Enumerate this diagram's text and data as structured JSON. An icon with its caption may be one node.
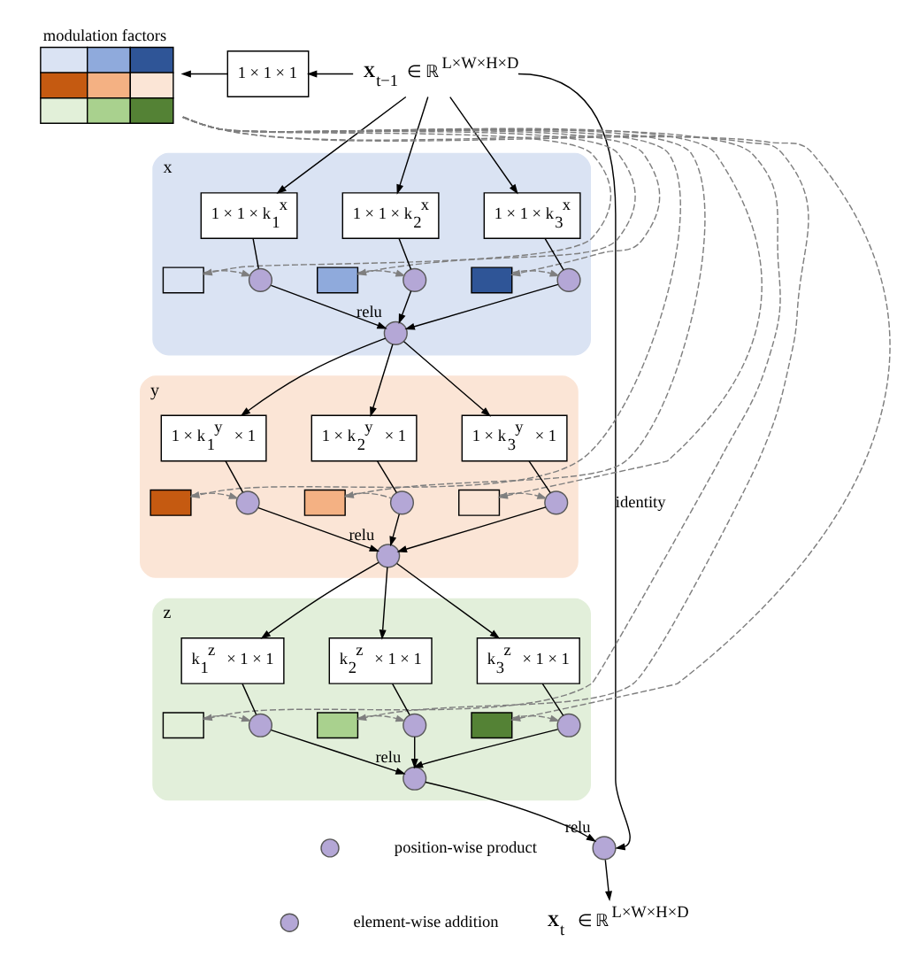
{
  "diagram": {
    "nodes": [
      {
        "text": [
          "**X**$_{t−1}$ ∈ ℝ$^{L×W×H×D}$"
        ]
      },
      {
        "text": [
          "modulation factors"
        ]
      },
      {
        "text": [
          "1 × 1 × 1"
        ]
      },
      {
        "text": [
          "x"
        ]
      },
      {
        "text": [
          "1 × 1 × k$_{1}$$^{x}$"
        ],
        "in": 3
      },
      {
        "text": [
          "1 × 1 × k$_{2}$$^{x}$"
        ],
        "in": 3
      },
      {
        "text": [
          "1 × 1 × k$_{3}$$^{x}$"
        ],
        "in": 3
      },
      {
        "text": [],
        "shape": "box",
        "in": 3
      },
      {
        "text": [],
        "shape": "box",
        "in": 3
      },
      {
        "text": [],
        "shape": "box",
        "in": 3
      },
      {
        "text": [],
        "shape": "circle",
        "in": 3
      },
      {
        "text": [],
        "shape": "circle",
        "in": 3
      },
      {
        "text": [],
        "shape": "circle",
        "in": 3
      },
      {
        "text": [],
        "shape": "circle",
        "in": 3,
        "beside": [
          "relu"
        ]
      },
      {
        "text": [
          "y"
        ]
      },
      {
        "text": [
          "1 × k$_{1}$$^{y}$ × 1"
        ],
        "in": 14
      },
      {
        "text": [
          "1 × k$_{2}$$^{y}$ × 1"
        ],
        "in": 14
      },
      {
        "text": [
          "1 × k$_{3}$$^{y}$ × 1"
        ],
        "in": 14
      },
      {
        "text": [],
        "shape": "box",
        "in": 14
      },
      {
        "text": [],
        "shape": "box",
        "in": 14
      },
      {
        "text": [],
        "shape": "box",
        "in": 14
      },
      {
        "text": [],
        "shape": "circle",
        "in": 14
      },
      {
        "text": [],
        "shape": "circle",
        "in": 14
      },
      {
        "text": [],
        "shape": "circle",
        "in": 14
      },
      {
        "text": [],
        "shape": "circle",
        "in": 14,
        "beside": [
          "relu"
        ]
      },
      {
        "text": [
          "z"
        ]
      },
      {
        "text": [
          "k$_{1}$$^{z}$ × 1 × 1"
        ],
        "in": 25
      },
      {
        "text": [
          "k$_{2}$$^{z}$ × 1 × 1"
        ],
        "in": 25
      },
      {
        "text": [
          "k$_{3}$$^{z}$ × 1 × 1"
        ],
        "in": 25
      },
      {
        "text": [],
        "shape": "box",
        "in": 25
      },
      {
        "text": [],
        "shape": "box",
        "in": 25
      },
      {
        "text": [],
        "shape": "box",
        "in": 25
      },
      {
        "text": [],
        "shape": "circle",
        "in": 25
      },
      {
        "text": [],
        "shape": "circle",
        "in": 25
      },
      {
        "text": [],
        "shape": "circle",
        "in": 25
      },
      {
        "text": [],
        "shape": "circle",
        "in": 25,
        "beside": [
          "relu"
        ]
      },
      {
        "text": [],
        "shape": "circle",
        "beside": [
          "relu"
        ]
      },
      {
        "text": [
          "**X**$_{t}$ ∈ ℝ$^{L×W×H×D}$"
        ]
      }
    ],
    "edges": [
      {
        "from": 0,
        "to": 2,
        "arrow": "to"
      },
      {
        "from": 2,
        "to": 1,
        "arrow": "to"
      },
      {
        "from": 0,
        "to": 36,
        "arrow": "to",
        "label": "identity"
      },
      {
        "from": 0,
        "to": 4,
        "arrow": "to"
      },
      {
        "from": 0,
        "to": 5,
        "arrow": "to"
      },
      {
        "from": 0,
        "to": 6,
        "arrow": "to"
      },
      {
        "from": 1,
        "to": 7,
        "arrow": "to",
        "style": "dashed",
        "color": "#7f7f7f"
      },
      {
        "from": 1,
        "to": 8,
        "arrow": "to",
        "style": "dashed",
        "color": "#7f7f7f"
      },
      {
        "from": 1,
        "to": 9,
        "arrow": "to",
        "style": "dashed",
        "color": "#7f7f7f"
      },
      {
        "from": 7,
        "to": 10,
        "arrow": "to",
        "style": "dashed",
        "color": "#7f7f7f"
      },
      {
        "from": 8,
        "to": 11,
        "arrow": "to",
        "style": "dashed",
        "color": "#7f7f7f"
      },
      {
        "from": 9,
        "to": 12,
        "arrow": "to",
        "style": "dashed",
        "color": "#7f7f7f"
      },
      {
        "from": 4,
        "to": 10,
        "arrow": "none"
      },
      {
        "from": 5,
        "to": 11,
        "arrow": "none"
      },
      {
        "from": 6,
        "to": 12,
        "arrow": "none"
      },
      {
        "from": 10,
        "to": 13,
        "arrow": "to"
      },
      {
        "from": 11,
        "to": 13,
        "arrow": "to"
      },
      {
        "from": 12,
        "to": 13,
        "arrow": "to"
      },
      {
        "from": 13,
        "to": 15,
        "arrow": "to"
      },
      {
        "from": 13,
        "to": 16,
        "arrow": "to"
      },
      {
        "from": 13,
        "to": 17,
        "arrow": "to"
      },
      {
        "from": 1,
        "to": 18,
        "arrow": "to",
        "style": "dashed",
        "color": "#7f7f7f"
      },
      {
        "from": 1,
        "to": 19,
        "arrow": "to",
        "style": "dashed",
        "color": "#7f7f7f"
      },
      {
        "from": 1,
        "to": 20,
        "arrow": "to",
        "style": "dashed",
        "color": "#7f7f7f"
      },
      {
        "from": 18,
        "to": 21,
        "arrow": "to",
        "style": "dashed",
        "color": "#7f7f7f"
      },
      {
        "from": 19,
        "to": 22,
        "arrow": "none",
        "style": "dashed",
        "color": "#7f7f7f"
      },
      {
        "from": 20,
        "to": 23,
        "arrow": "to",
        "style": "dashed",
        "color": "#7f7f7f"
      },
      {
        "from": 15,
        "to": 21,
        "arrow": "none"
      },
      {
        "from": 16,
        "to": 22,
        "arrow": "none"
      },
      {
        "from": 17,
        "to": 23,
        "arrow": "none"
      },
      {
        "from": 21,
        "to": 24,
        "arrow": "to"
      },
      {
        "from": 22,
        "to": 24,
        "arrow": "to"
      },
      {
        "from": 23,
        "to": 24,
        "arrow": "to"
      },
      {
        "from": 24,
        "to": 26,
        "arrow": "to"
      },
      {
        "from": 24,
        "to": 27,
        "arrow": "to"
      },
      {
        "from": 24,
        "to": 28,
        "arrow": "to"
      },
      {
        "from": 1,
        "to": 29,
        "arrow": "to",
        "style": "dashed",
        "color": "#7f7f7f"
      },
      {
        "from": 1,
        "to": 30,
        "arrow": "to",
        "style": "dashed",
        "color": "#7f7f7f"
      },
      {
        "from": 1,
        "to": 31,
        "arrow": "to",
        "style": "dashed",
        "color": "#7f7f7f"
      },
      {
        "from": 29,
        "to": 32,
        "arrow": "to",
        "style": "dashed",
        "color": "#7f7f7f"
      },
      {
        "from": 30,
        "to": 33,
        "arrow": "to",
        "style": "dashed",
        "color": "#7f7f7f"
      },
      {
        "from": 31,
        "to": 34,
        "arrow": "to",
        "style": "dashed",
        "color": "#7f7f7f"
      },
      {
        "from": 26,
        "to": 32,
        "arrow": "none"
      },
      {
        "from": 27,
        "to": 33,
        "arrow": "none"
      },
      {
        "from": 28,
        "to": 34,
        "arrow": "none"
      },
      {
        "from": 32,
        "to": 35,
        "arrow": "to"
      },
      {
        "from": 33,
        "to": 35,
        "arrow": "to"
      },
      {
        "from": 34,
        "to": 35,
        "arrow": "to"
      },
      {
        "from": 35,
        "to": 36,
        "arrow": "to"
      },
      {
        "from": 36,
        "to": 37,
        "arrow": "to"
      }
    ],
    "legend": [
      {
        "text": "position-wise product"
      },
      {
        "text": "element-wise addition"
      }
    ]
  }
}
